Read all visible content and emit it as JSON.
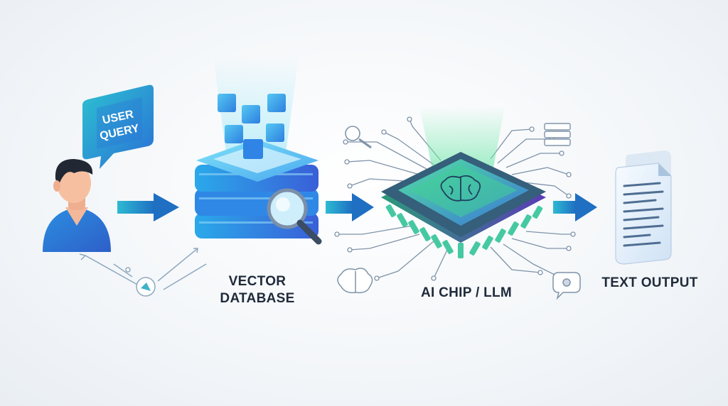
{
  "bubble": {
    "line1": "USER",
    "line2": "QUERY"
  },
  "labels": {
    "vector_line1": "VECTOR",
    "vector_line2": "DATABASE",
    "chip": "AI CHIP / LLM",
    "text_output": "TEXT OUTPUT"
  },
  "icons": {
    "user": "user-avatar-icon",
    "database": "server-stack-icon",
    "magnifier": "magnifier-icon",
    "chip": "ai-chip-icon",
    "brain": "brain-icon",
    "document": "document-icon"
  },
  "colors": {
    "arrow": "#1e88c9",
    "db_blue": "#2f7ee6",
    "chip_green": "#3fd18f",
    "text_dark": "#1f2a3a"
  }
}
